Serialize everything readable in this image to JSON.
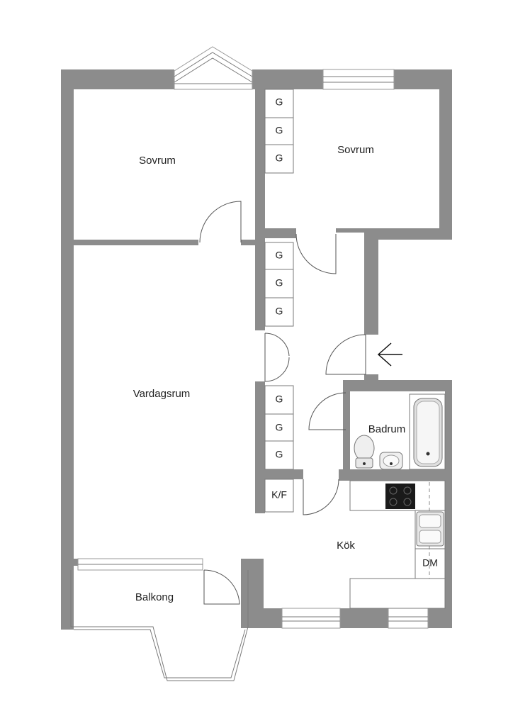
{
  "rooms": {
    "bedroom_1": "Sovrum",
    "bedroom_2": "Sovrum",
    "living_room": "Vardagsrum",
    "bathroom": "Badrum",
    "kitchen": "Kök",
    "balcony": "Balkong"
  },
  "closet_label": "G",
  "fridge_freezer_label": "K/F",
  "dishwasher_label": "DM"
}
